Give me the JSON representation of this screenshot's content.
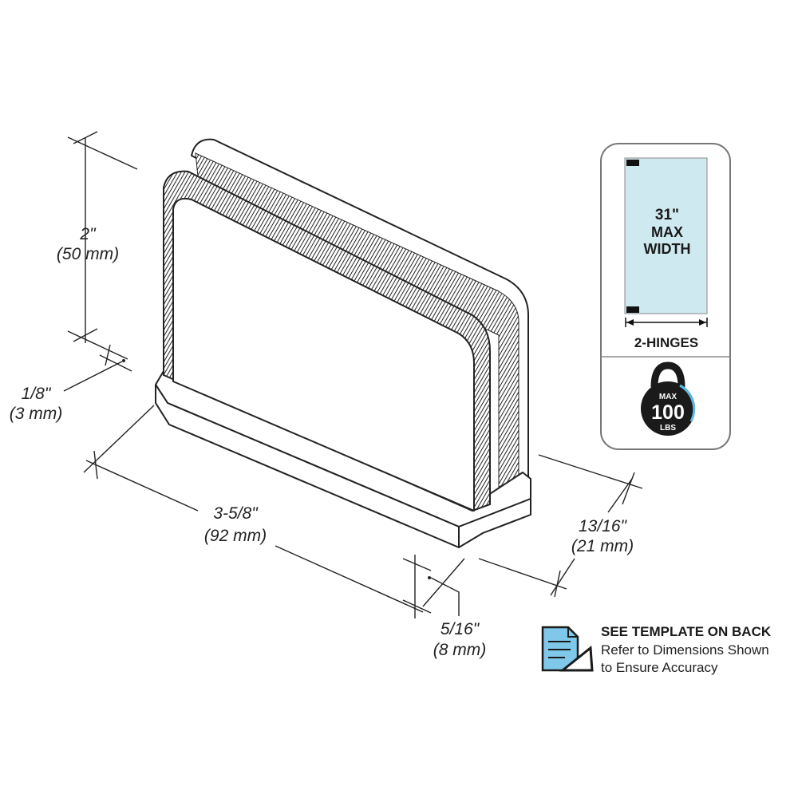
{
  "dimensions": {
    "height": {
      "imperial": "2\"",
      "metric": "(50 mm)"
    },
    "base_step": {
      "imperial": "1/8\"",
      "metric": "(3 mm)"
    },
    "length": {
      "imperial": "3-5/8\"",
      "metric": "(92 mm)"
    },
    "depth": {
      "imperial": "13/16\"",
      "metric": "(21 mm)"
    },
    "gap": {
      "imperial": "5/16\"",
      "metric": "(8 mm)"
    }
  },
  "spec_panel": {
    "door_width": "31\"",
    "door_width_line2": "MAX",
    "door_width_line3": "WIDTH",
    "hinges": "2-HINGES",
    "weight_top": "MAX",
    "weight_value": "100",
    "weight_unit": "LBS",
    "glass_color": "#cfe9f1",
    "ring_color": "#5bb8df"
  },
  "template_note": {
    "icon": "document-with-triangle-ruler-icon",
    "title": "SEE TEMPLATE ON BACK",
    "line1": "Refer to Dimensions Shown",
    "line2": "to Ensure Accuracy",
    "icon_color": "#7fc8ea"
  }
}
